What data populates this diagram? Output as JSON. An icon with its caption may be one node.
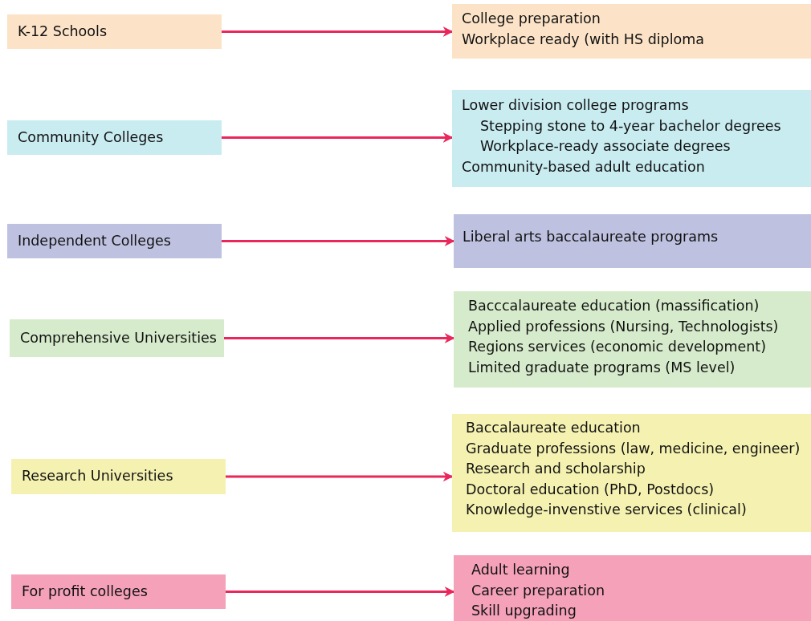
{
  "diagram": {
    "nodes": [
      {
        "text": [
          "K-12 Schools"
        ]
      },
      {
        "text": [
          "College preparation",
          "Workplace ready (with HS diploma"
        ]
      },
      {
        "text": [
          "Community Colleges"
        ]
      },
      {
        "text": [
          "Lower division college programs",
          "Stepping stone to 4-year bachelor degrees",
          "Workplace-ready associate degrees",
          "Community-based adult education"
        ]
      },
      {
        "text": [
          "Independent Colleges"
        ]
      },
      {
        "text": [
          "Liberal arts baccalaureate programs"
        ]
      },
      {
        "text": [
          "Comprehensive Universities"
        ]
      },
      {
        "text": [
          "Bacccalaureate education (massification)",
          "Applied professions (Nursing, Technologists)",
          "Regions services (economic development)",
          "Limited graduate programs (MS level)"
        ]
      },
      {
        "text": [
          "Research Universities"
        ]
      },
      {
        "text": [
          "Baccalaureate education",
          "Graduate professions (law, medicine, engineer)",
          "Research and scholarship",
          "Doctoral education (PhD, Postdocs)",
          "Knowledge-invenstive services (clinical)"
        ]
      },
      {
        "text": [
          "For profit colleges"
        ]
      },
      {
        "text": [
          "Adult learning",
          "Career preparation",
          "Skill upgrading"
        ]
      }
    ],
    "edges": [
      {
        "from": 0,
        "to": 1,
        "arrow": "to"
      },
      {
        "from": 2,
        "to": 3,
        "arrow": "to"
      },
      {
        "from": 4,
        "to": 5,
        "arrow": "to"
      },
      {
        "from": 6,
        "to": 7,
        "arrow": "to"
      },
      {
        "from": 8,
        "to": 9,
        "arrow": "to"
      },
      {
        "from": 10,
        "to": 11,
        "arrow": "to"
      }
    ]
  }
}
